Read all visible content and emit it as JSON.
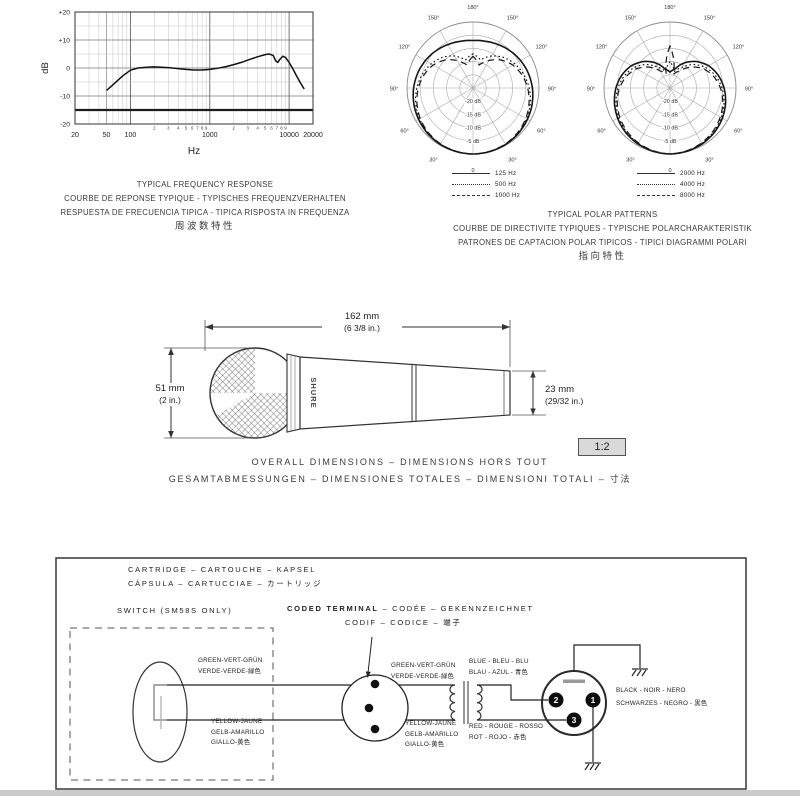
{
  "chart_data": [
    {
      "type": "line",
      "id": "frequency-response",
      "xlabel": "Hz",
      "ylabel": "dB",
      "xlim": [
        20,
        20000
      ],
      "ylim": [
        -20,
        20
      ],
      "xtick_labels": [
        "20",
        "50",
        "100",
        "1000",
        "10000",
        "20000"
      ],
      "xtick_values": [
        20,
        50,
        100,
        1000,
        10000,
        20000
      ],
      "ytick_labels": [
        "+20",
        "+10",
        "0",
        "-10",
        "-20"
      ],
      "ytick_values": [
        20,
        10,
        0,
        -10,
        -20
      ],
      "minor_digits": [
        "2",
        "3",
        "4",
        "5",
        "6",
        "7",
        "8",
        "9"
      ],
      "grid": true,
      "points": [
        [
          50,
          -8
        ],
        [
          60,
          -6
        ],
        [
          80,
          -2.8
        ],
        [
          100,
          -0.8
        ],
        [
          125,
          0
        ],
        [
          160,
          0.3
        ],
        [
          200,
          0.4
        ],
        [
          250,
          0.3
        ],
        [
          315,
          0.1
        ],
        [
          400,
          -0.2
        ],
        [
          500,
          -0.5
        ],
        [
          630,
          -0.7
        ],
        [
          800,
          -0.7
        ],
        [
          1000,
          -0.5
        ],
        [
          1250,
          -0.1
        ],
        [
          1600,
          0.5
        ],
        [
          2000,
          1.2
        ],
        [
          2500,
          2
        ],
        [
          3150,
          3
        ],
        [
          4000,
          4
        ],
        [
          5000,
          4.8
        ],
        [
          5600,
          5
        ],
        [
          6300,
          4.5
        ],
        [
          6800,
          2.5
        ],
        [
          7200,
          2
        ],
        [
          7600,
          3
        ],
        [
          8300,
          4.2
        ],
        [
          9000,
          3.8
        ],
        [
          10000,
          2
        ],
        [
          11000,
          0
        ],
        [
          12500,
          -3
        ],
        [
          14000,
          -5.5
        ],
        [
          15500,
          -7.5
        ]
      ]
    },
    {
      "type": "polar",
      "id": "polar-low-frequencies",
      "ring_labels": [
        "-20 dB",
        "-15 dB",
        "-10 dB",
        "-5 dB"
      ],
      "angle_labels": [
        "180°",
        "150°",
        "120°",
        "90°",
        "60°",
        "30°",
        "0"
      ],
      "angle_step_deg": 15,
      "series": [
        {
          "name": "125 Hz",
          "style": "solid",
          "db": [
            0,
            -0.1,
            -0.3,
            -0.7,
            -1.2,
            -1.8,
            -2.5,
            -3.3,
            -4.2,
            -5.1,
            -6,
            -6.7,
            -7
          ]
        },
        {
          "name": "500 Hz",
          "style": "dotted",
          "db": [
            0,
            -0.1,
            -0.4,
            -0.9,
            -1.6,
            -2.5,
            -3.7,
            -5.1,
            -6.7,
            -8.6,
            -11,
            -14,
            -12
          ]
        },
        {
          "name": "1000 Hz",
          "style": "dashed",
          "db": [
            0,
            -0.2,
            -0.5,
            -1.1,
            -1.9,
            -3,
            -4.3,
            -5.8,
            -7.6,
            -10,
            -13,
            -16,
            -13
          ]
        }
      ]
    },
    {
      "type": "polar",
      "id": "polar-high-frequencies",
      "ring_labels": [
        "-20 dB",
        "-15 dB",
        "-10 dB",
        "-5 dB"
      ],
      "angle_labels": [
        "180°",
        "150°",
        "120°",
        "90°",
        "60°",
        "30°",
        "0"
      ],
      "angle_step_deg": 15,
      "series": [
        {
          "name": "2000 Hz",
          "style": "solid",
          "db": [
            0,
            -0.2,
            -0.6,
            -1.2,
            -2.1,
            -3.2,
            -4.5,
            -6.1,
            -8.1,
            -10.8,
            -14,
            -17.5,
            -19
          ]
        },
        {
          "name": "4000 Hz",
          "style": "dotted",
          "db": [
            0,
            -0.3,
            -0.8,
            -1.6,
            -2.6,
            -3.8,
            -5.3,
            -7.1,
            -9.4,
            -12.4,
            -16,
            -18.5,
            -15
          ]
        },
        {
          "name": "8000 Hz",
          "style": "dashed",
          "db": [
            0,
            -0.4,
            -1,
            -1.9,
            -3,
            -4.3,
            -5.9,
            -7.9,
            -10.4,
            -13.8,
            -17.5,
            -19.5,
            -9
          ]
        }
      ]
    }
  ],
  "freq_caption": {
    "lines": [
      "TYPICAL FREQUENCY RESPONSE",
      "COURBE DE REPONSE TYPIQUE - TYPISCHES FREQUENZVERHALTEN",
      "RESPUESTA DE FRECUENCIA TIPICA - TIPICA RISPOSTA IN FREQUENZA",
      "周波数特性"
    ]
  },
  "polar_caption": {
    "lines": [
      "TYPICAL POLAR PATTERNS",
      "COURBE DE DIRECTIVITE TYPIQUES - TYPISCHE POLARCHARAKTERISTIK",
      "PATRONES DE CAPTACION POLAR TIPICOS - TIPICI DIAGRAMMI POLARI",
      "指向特性"
    ]
  },
  "dimensions": {
    "length_mm": "162 mm",
    "length_in": "(6 3/8 in.)",
    "diameter_mm": "51 mm",
    "diameter_in": "(2 in.)",
    "tail_mm": "23 mm",
    "tail_in": "(29/32 in.)",
    "scale": "1:2",
    "brand": "SHURE",
    "caption_lines": [
      "OVERALL DIMENSIONS – DIMENSIONS HORS TOUT",
      "GESAMTABMESSUNGEN – DIMENSIONES TOTALES – DIMENSIONI TOTALI – 寸法"
    ]
  },
  "wiring": {
    "cartridge_lines": [
      "CARTRIDGE – CARTOUCHE – KAPSEL",
      "CÁPSULA – CARTUCCIAE – カートリッジ"
    ],
    "switch_label": "SWITCH (SM58S ONLY)",
    "coded_bold": "CODED TERMINAL",
    "coded_rest": " – CODÉE – GEKENNZEICHNET",
    "coded_line2": "CODIF – CODICE – 端子",
    "green_lines": [
      "GREEN-VERT-GRÜN",
      "VERDE-VERDE-緑色"
    ],
    "yellow_lines": [
      "YELLOW-JAUNE",
      "GELB-AMARILLO",
      "GIALLO-黄色"
    ],
    "blue_lines": [
      "BLUE - BLEU - BLU",
      "BLAU - AZUL - 青色"
    ],
    "red_lines": [
      "RED - ROUGE - ROSSO",
      "ROT - ROJO - 赤色"
    ],
    "black_lines": [
      "BLACK - NOIR - NERO",
      "SCHWARZES - NEGRO - 黒色"
    ],
    "pins": [
      "2",
      "1",
      "3"
    ]
  }
}
